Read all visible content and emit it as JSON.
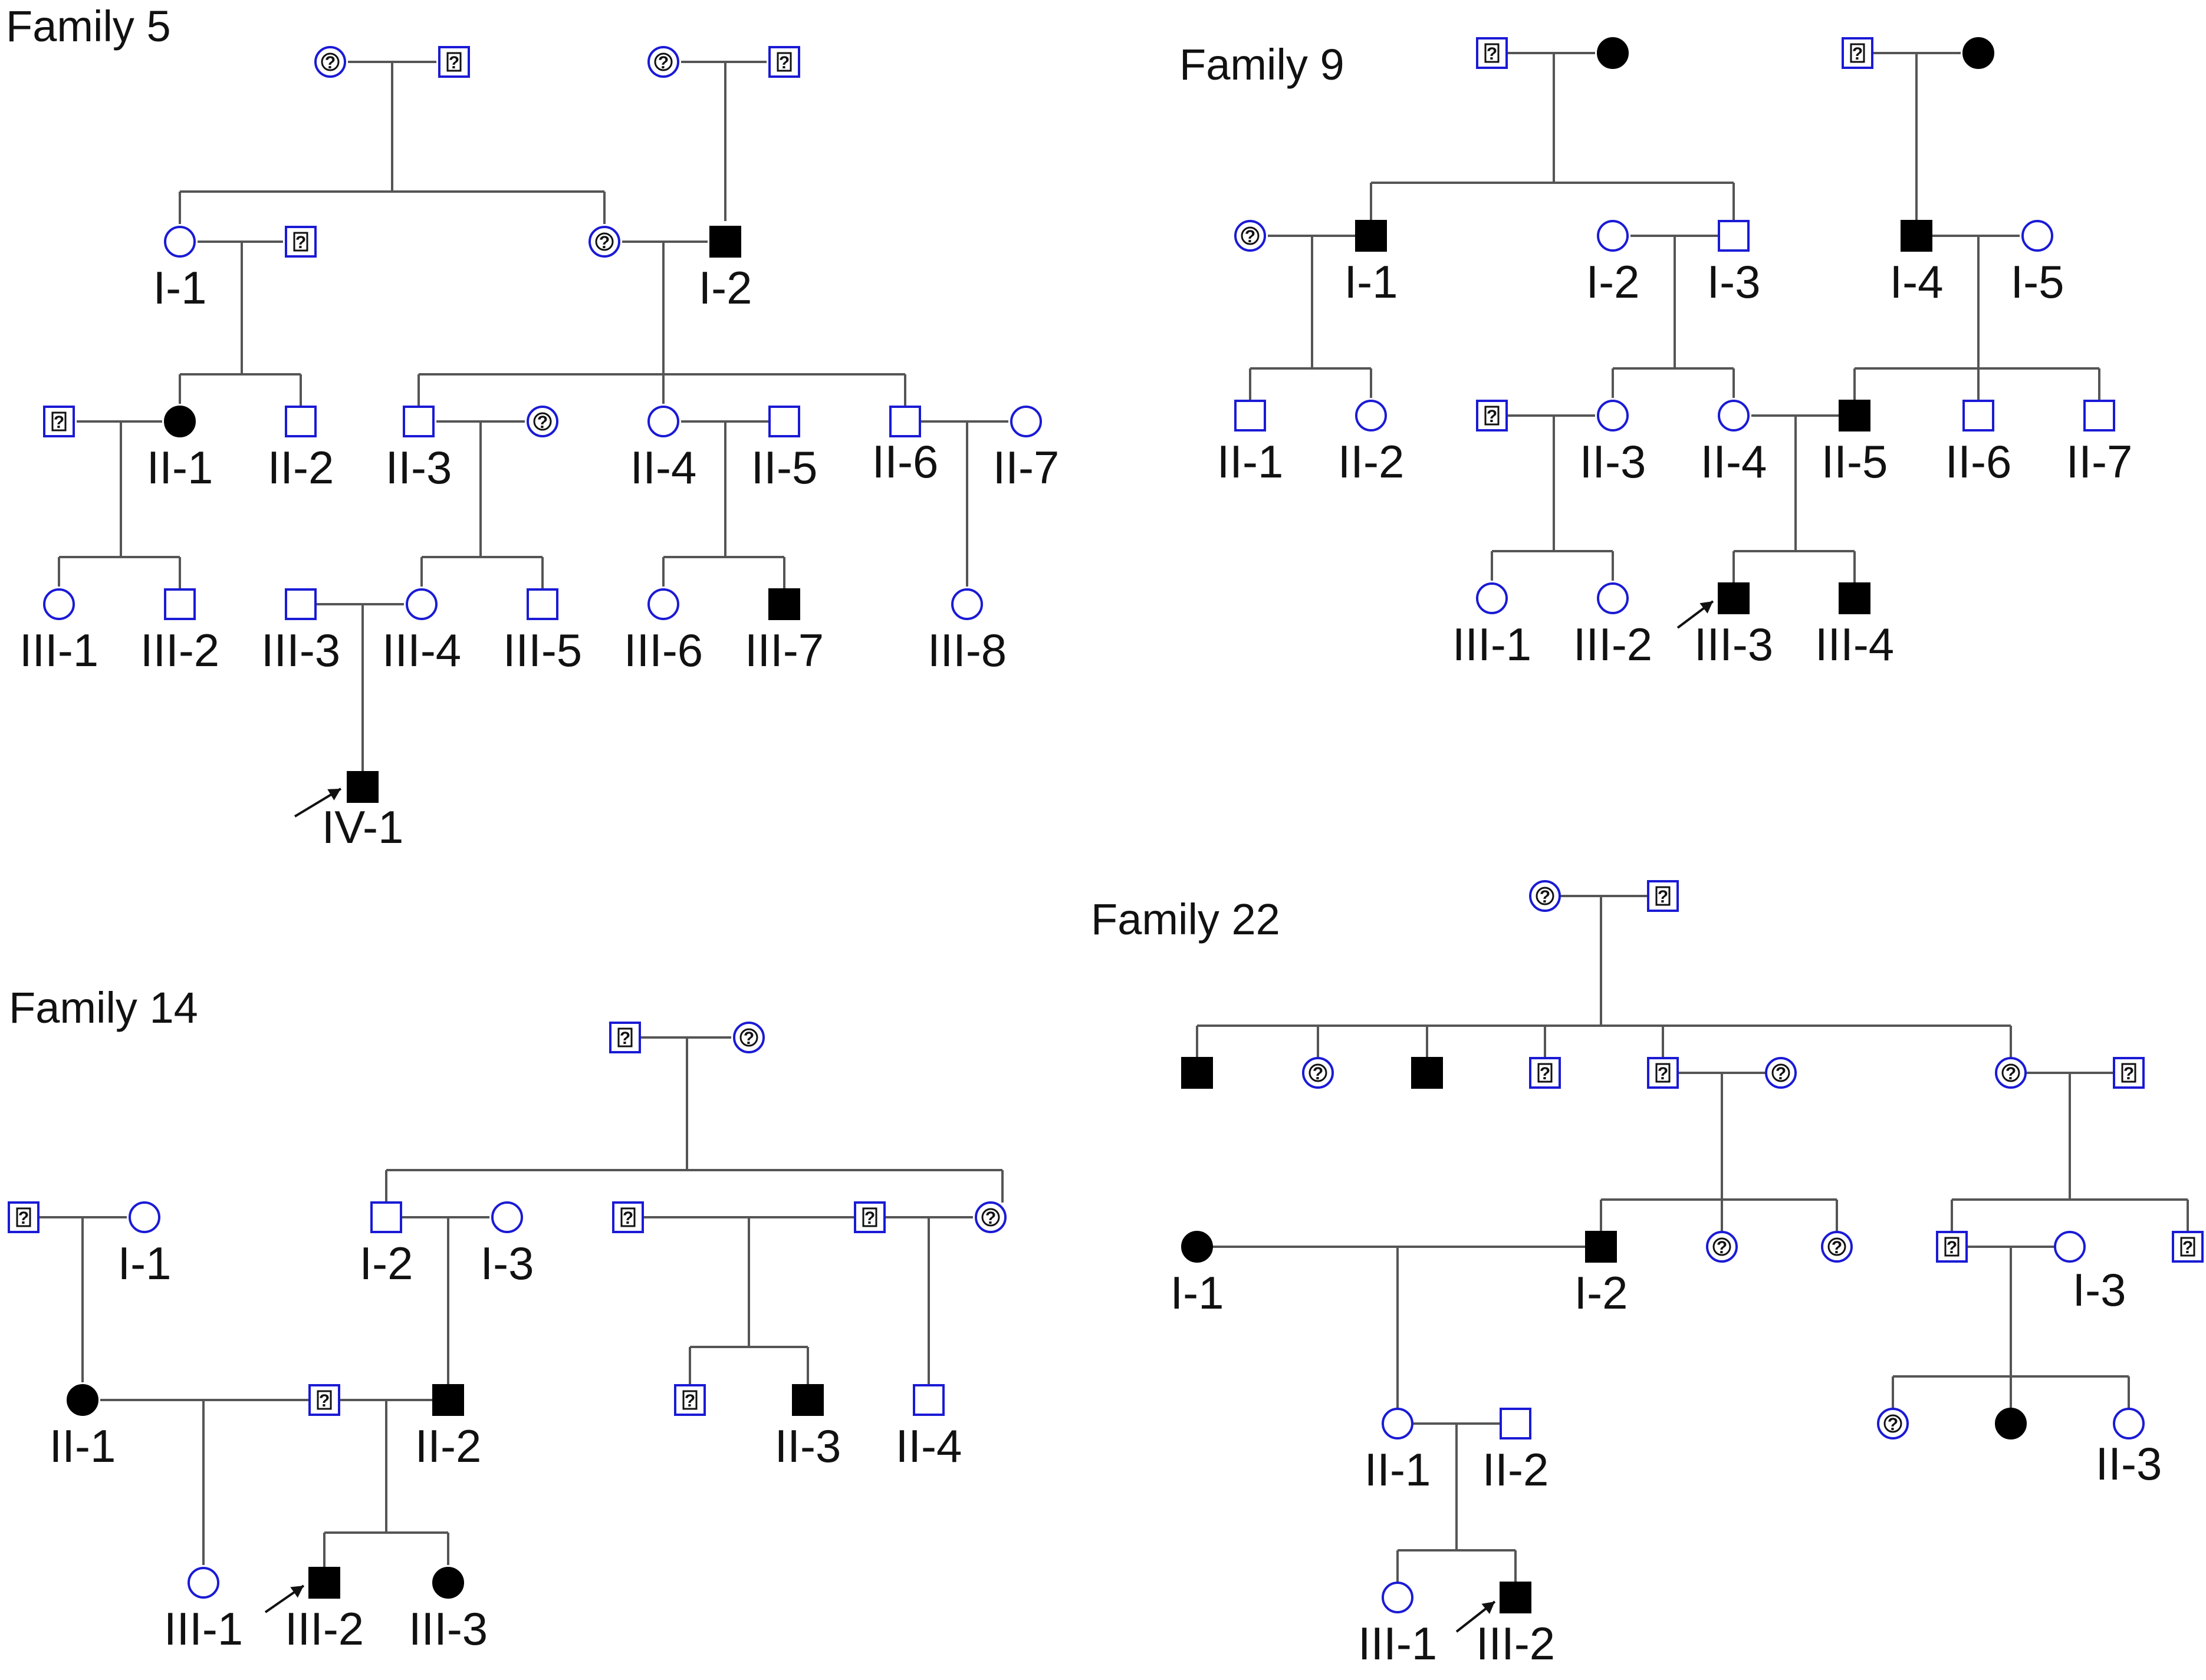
{
  "colors": {
    "unaffected_outline": "#1a1ad6",
    "affected_fill": "#000000",
    "line": "#555555"
  },
  "legend_symbols": {
    "unknown_status": "?"
  },
  "families": [
    {
      "title": "Family 5",
      "individuals": [
        {
          "id": "f5-gp1a",
          "sex": "female",
          "status": "unknown",
          "label": ""
        },
        {
          "id": "f5-gp1b",
          "sex": "male",
          "status": "unknown",
          "label": ""
        },
        {
          "id": "f5-gp2a",
          "sex": "female",
          "status": "unknown",
          "label": ""
        },
        {
          "id": "f5-gp2b",
          "sex": "male",
          "status": "unknown",
          "label": ""
        },
        {
          "id": "f5-I1",
          "sex": "female",
          "status": "unaffected",
          "label": "I-1"
        },
        {
          "id": "f5-I1sp",
          "sex": "male",
          "status": "unknown",
          "label": ""
        },
        {
          "id": "f5-I2sp",
          "sex": "female",
          "status": "unknown",
          "label": ""
        },
        {
          "id": "f5-I2",
          "sex": "male",
          "status": "affected",
          "label": "I-2"
        },
        {
          "id": "f5-II1sp",
          "sex": "male",
          "status": "unknown",
          "label": ""
        },
        {
          "id": "f5-II1",
          "sex": "female",
          "status": "affected",
          "label": "II-1"
        },
        {
          "id": "f5-II2",
          "sex": "male",
          "status": "unaffected",
          "label": "II-2"
        },
        {
          "id": "f5-II3",
          "sex": "male",
          "status": "unaffected",
          "label": "II-3"
        },
        {
          "id": "f5-II3sp",
          "sex": "female",
          "status": "unknown",
          "label": ""
        },
        {
          "id": "f5-II4",
          "sex": "female",
          "status": "unaffected",
          "label": "II-4"
        },
        {
          "id": "f5-II5",
          "sex": "male",
          "status": "unaffected",
          "label": "II-5"
        },
        {
          "id": "f5-II6",
          "sex": "male",
          "status": "unaffected",
          "label": "II-6"
        },
        {
          "id": "f5-II7",
          "sex": "female",
          "status": "unaffected",
          "label": "II-7"
        },
        {
          "id": "f5-III1",
          "sex": "female",
          "status": "unaffected",
          "label": "III-1"
        },
        {
          "id": "f5-III2",
          "sex": "male",
          "status": "unaffected",
          "label": "III-2"
        },
        {
          "id": "f5-III3",
          "sex": "male",
          "status": "unaffected",
          "label": "III-3"
        },
        {
          "id": "f5-III4",
          "sex": "female",
          "status": "unaffected",
          "label": "III-4"
        },
        {
          "id": "f5-III5",
          "sex": "male",
          "status": "unaffected",
          "label": "III-5"
        },
        {
          "id": "f5-III6",
          "sex": "female",
          "status": "unaffected",
          "label": "III-6"
        },
        {
          "id": "f5-III7",
          "sex": "male",
          "status": "affected",
          "label": "III-7"
        },
        {
          "id": "f5-III8",
          "sex": "female",
          "status": "unaffected",
          "label": "III-8"
        },
        {
          "id": "f5-IV1",
          "sex": "male",
          "status": "affected",
          "label": "IV-1",
          "proband": true
        }
      ]
    },
    {
      "title": "Family 9",
      "individuals": [
        {
          "id": "f9-gp1a",
          "sex": "male",
          "status": "unknown",
          "label": ""
        },
        {
          "id": "f9-gp1b",
          "sex": "female",
          "status": "affected",
          "label": ""
        },
        {
          "id": "f9-gp2a",
          "sex": "male",
          "status": "unknown",
          "label": ""
        },
        {
          "id": "f9-gp2b",
          "sex": "female",
          "status": "affected",
          "label": ""
        },
        {
          "id": "f9-I1sp",
          "sex": "female",
          "status": "unknown",
          "label": ""
        },
        {
          "id": "f9-I1",
          "sex": "male",
          "status": "affected",
          "label": "I-1"
        },
        {
          "id": "f9-I2",
          "sex": "female",
          "status": "unaffected",
          "label": "I-2"
        },
        {
          "id": "f9-I3",
          "sex": "male",
          "status": "unaffected",
          "label": "I-3"
        },
        {
          "id": "f9-I4",
          "sex": "male",
          "status": "affected",
          "label": "I-4"
        },
        {
          "id": "f9-I5",
          "sex": "female",
          "status": "unaffected",
          "label": "I-5"
        },
        {
          "id": "f9-II1",
          "sex": "male",
          "status": "unaffected",
          "label": "II-1"
        },
        {
          "id": "f9-II2",
          "sex": "female",
          "status": "unaffected",
          "label": "II-2"
        },
        {
          "id": "f9-II3sp",
          "sex": "male",
          "status": "unknown",
          "label": ""
        },
        {
          "id": "f9-II3",
          "sex": "female",
          "status": "unaffected",
          "label": "II-3"
        },
        {
          "id": "f9-II4",
          "sex": "female",
          "status": "unaffected",
          "label": "II-4"
        },
        {
          "id": "f9-II5",
          "sex": "male",
          "status": "affected",
          "label": "II-5"
        },
        {
          "id": "f9-II6",
          "sex": "male",
          "status": "unaffected",
          "label": "II-6"
        },
        {
          "id": "f9-II7",
          "sex": "male",
          "status": "unaffected",
          "label": "II-7"
        },
        {
          "id": "f9-III1",
          "sex": "female",
          "status": "unaffected",
          "label": "III-1"
        },
        {
          "id": "f9-III2",
          "sex": "female",
          "status": "unaffected",
          "label": "III-2"
        },
        {
          "id": "f9-III3",
          "sex": "male",
          "status": "affected",
          "label": "III-3",
          "proband": true
        },
        {
          "id": "f9-III4",
          "sex": "male",
          "status": "affected",
          "label": "III-4"
        }
      ]
    },
    {
      "title": "Family 14",
      "individuals": [
        {
          "id": "f14-gpa",
          "sex": "male",
          "status": "unknown",
          "label": ""
        },
        {
          "id": "f14-gpb",
          "sex": "female",
          "status": "unknown",
          "label": ""
        },
        {
          "id": "f14-I1sp",
          "sex": "male",
          "status": "unknown",
          "label": ""
        },
        {
          "id": "f14-I1",
          "sex": "female",
          "status": "unaffected",
          "label": "I-1"
        },
        {
          "id": "f14-I2",
          "sex": "male",
          "status": "unaffected",
          "label": "I-2"
        },
        {
          "id": "f14-I3",
          "sex": "female",
          "status": "unaffected",
          "label": "I-3"
        },
        {
          "id": "f14-c3",
          "sex": "male",
          "status": "unknown",
          "label": ""
        },
        {
          "id": "f14-c4",
          "sex": "male",
          "status": "unknown",
          "label": ""
        },
        {
          "id": "f14-c4sp",
          "sex": "female",
          "status": "unknown",
          "label": ""
        },
        {
          "id": "f14-II1",
          "sex": "female",
          "status": "affected",
          "label": "II-1"
        },
        {
          "id": "f14-II1sp",
          "sex": "male",
          "status": "unknown",
          "label": ""
        },
        {
          "id": "f14-II2",
          "sex": "male",
          "status": "affected",
          "label": "II-2"
        },
        {
          "id": "f14-g3a",
          "sex": "male",
          "status": "unknown",
          "label": ""
        },
        {
          "id": "f14-II3",
          "sex": "male",
          "status": "affected",
          "label": "II-3"
        },
        {
          "id": "f14-II4",
          "sex": "male",
          "status": "unaffected",
          "label": "II-4"
        },
        {
          "id": "f14-III1",
          "sex": "female",
          "status": "unaffected",
          "label": "III-1"
        },
        {
          "id": "f14-III2",
          "sex": "male",
          "status": "affected",
          "label": "III-2",
          "proband": true
        },
        {
          "id": "f14-III3",
          "sex": "female",
          "status": "affected",
          "label": "III-3"
        }
      ]
    },
    {
      "title": "Family 22",
      "individuals": [
        {
          "id": "f22-gpa",
          "sex": "female",
          "status": "unknown",
          "label": ""
        },
        {
          "id": "f22-gpb",
          "sex": "male",
          "status": "unknown",
          "label": ""
        },
        {
          "id": "f22-c1",
          "sex": "male",
          "status": "affected",
          "label": ""
        },
        {
          "id": "f22-c2",
          "sex": "female",
          "status": "unknown",
          "label": ""
        },
        {
          "id": "f22-c3",
          "sex": "male",
          "status": "affected",
          "label": ""
        },
        {
          "id": "f22-c4",
          "sex": "male",
          "status": "unknown",
          "label": ""
        },
        {
          "id": "f22-c5",
          "sex": "male",
          "status": "unknown",
          "label": ""
        },
        {
          "id": "f22-c5sp",
          "sex": "female",
          "status": "unknown",
          "label": ""
        },
        {
          "id": "f22-c6",
          "sex": "female",
          "status": "unknown",
          "label": ""
        },
        {
          "id": "f22-c6sp",
          "sex": "male",
          "status": "unknown",
          "label": ""
        },
        {
          "id": "f22-I1",
          "sex": "female",
          "status": "affected",
          "label": "I-1"
        },
        {
          "id": "f22-I2",
          "sex": "male",
          "status": "affected",
          "label": "I-2"
        },
        {
          "id": "f22-g2b",
          "sex": "female",
          "status": "unknown",
          "label": ""
        },
        {
          "id": "f22-g2c",
          "sex": "female",
          "status": "unknown",
          "label": ""
        },
        {
          "id": "f22-g3a",
          "sex": "male",
          "status": "unknown",
          "label": ""
        },
        {
          "id": "f22-I3",
          "sex": "female",
          "status": "unaffected",
          "label": "I-3"
        },
        {
          "id": "f22-g3c",
          "sex": "male",
          "status": "unknown",
          "label": ""
        },
        {
          "id": "f22-II1",
          "sex": "female",
          "status": "unaffected",
          "label": "II-1"
        },
        {
          "id": "f22-II2",
          "sex": "male",
          "status": "unaffected",
          "label": "II-2"
        },
        {
          "id": "f22-g4a",
          "sex": "female",
          "status": "unknown",
          "label": ""
        },
        {
          "id": "f22-g4b",
          "sex": "female",
          "status": "affected",
          "label": ""
        },
        {
          "id": "f22-II3",
          "sex": "female",
          "status": "unaffected",
          "label": "II-3"
        },
        {
          "id": "f22-III1",
          "sex": "female",
          "status": "unaffected",
          "label": "III-1"
        },
        {
          "id": "f22-III2",
          "sex": "male",
          "status": "affected",
          "label": "III-2",
          "proband": true
        }
      ]
    }
  ]
}
